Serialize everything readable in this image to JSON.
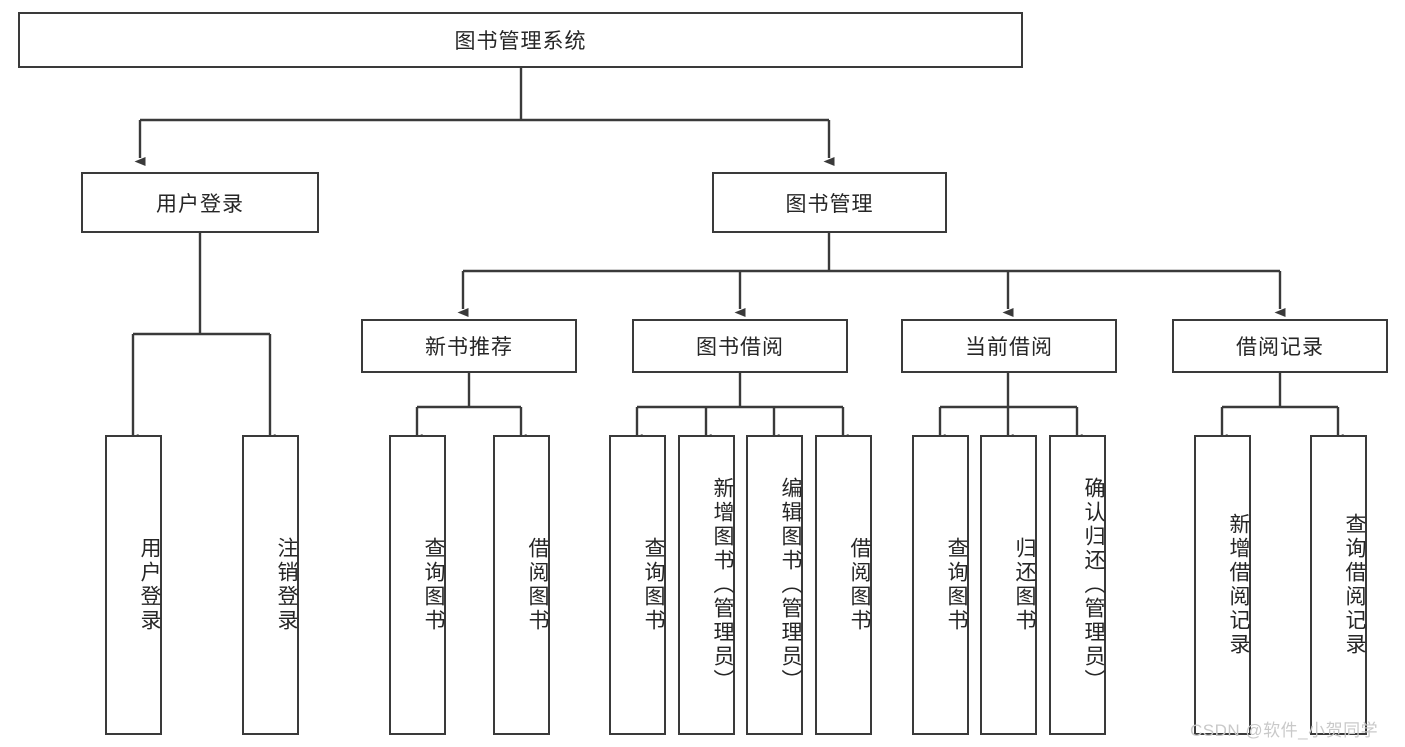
{
  "diagram": {
    "title": "图书管理系统",
    "type": "tree-hierarchy",
    "root": {
      "label": "图书管理系统"
    },
    "level2": [
      {
        "label": "用户登录"
      },
      {
        "label": "图书管理"
      }
    ],
    "level3": [
      {
        "label": "新书推荐"
      },
      {
        "label": "图书借阅"
      },
      {
        "label": "当前借阅"
      },
      {
        "label": "借阅记录"
      }
    ],
    "leaves": {
      "user_login": [
        {
          "label": "用户登录"
        },
        {
          "label": "注销登录"
        }
      ],
      "new_book_recommend": [
        {
          "label": "查询图书"
        },
        {
          "label": "借阅图书"
        }
      ],
      "book_borrow": [
        {
          "label": "查询图书"
        },
        {
          "label": "新增图书（管理员）"
        },
        {
          "label": "编辑图书（管理员）"
        },
        {
          "label": "借阅图书"
        }
      ],
      "current_borrow": [
        {
          "label": "查询图书"
        },
        {
          "label": "归还图书"
        },
        {
          "label": "确认归还（管理员）"
        }
      ],
      "borrow_record": [
        {
          "label": "新增借阅记录"
        },
        {
          "label": "查询借阅记录"
        }
      ]
    }
  },
  "watermark": {
    "text": "CSDN @软件_小贺同学"
  },
  "colors": {
    "stroke": "#3a3a3a",
    "text": "#262626",
    "background": "#ffffff",
    "watermark": "#c9c9c9"
  }
}
